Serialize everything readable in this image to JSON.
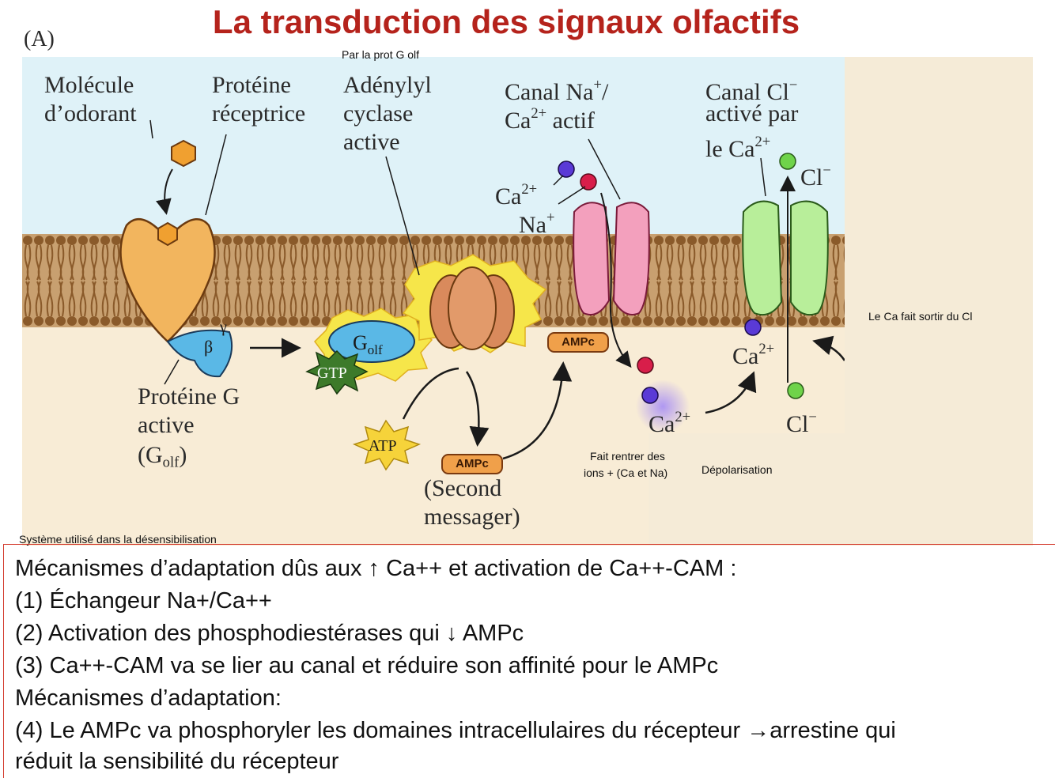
{
  "title": "La transduction des signaux olfactifs",
  "panel_label": "(A)",
  "figure": {
    "odorant_label_1": "Molécule",
    "odorant_label_2": "d’odorant",
    "receptor_label_1": "Protéine",
    "receptor_label_2": "réceptrice",
    "adenylyl_label_1": "Adénylyl",
    "adenylyl_label_2": "cyclase",
    "adenylyl_label_3": "active",
    "cng_label_1": "Canal Na",
    "cng_label_1_sup": "+",
    "cng_label_1_end": "/",
    "cng_label_2_pre": "Ca",
    "cng_label_2_sup": "2+",
    "cng_label_2_end": " actif",
    "cl_label_1": "Canal Cl",
    "cl_label_1_sup": "−",
    "cl_label_2": "activé par",
    "cl_label_3_pre": "le Ca",
    "cl_label_3_sup": "2+",
    "gprot_label_1": "Protéine G",
    "gprot_label_2": "active",
    "gprot_label_3_pre": "(G",
    "gprot_label_3_sub": "olf",
    "gprot_label_3_end": ")",
    "beta": "β",
    "gamma": "γ",
    "golf_pre": "G",
    "golf_sub": "olf",
    "gtp": "GTP",
    "atp": "ATP",
    "ampc": "AMPc",
    "second_messenger_1": "(Second",
    "second_messenger_2": "messager)",
    "ion_ca": "Ca",
    "ion_ca_sup": "2+",
    "ion_na": "Na",
    "ion_na_sup": "+",
    "ion_cl": "Cl",
    "ion_cl_sup": "−"
  },
  "notes": {
    "g_olf": "Par la prot G olf",
    "ca_cl": "Le Ca fait sortir du Cl",
    "enter_1": "Fait rentrer des",
    "enter_2": "ions + (Ca et Na)",
    "depol": "Dépolarisation",
    "desens": "Système utilisé dans la désensibilisation"
  },
  "text_lines": [
    "Mécanismes d’adaptation dûs aux ↑ Ca++ et activation de Ca++-CAM :",
    "(1) Échangeur Na+/Ca++",
    "(2) Activation des phosphodiestérases qui ↓ AMPc",
    "(3) Ca++-CAM va se lier au canal et réduire son affinité pour le AMPc",
    "Mécanismes d’adaptation:",
    "(4) Le AMPc va phosphoryler les domaines intracellulaires du récepteur →arrestine qui",
    "réduit la sensibilité du récepteur"
  ],
  "colors": {
    "title": "#b5231c",
    "extracellular": "#dff2f8",
    "intracellular": "#f8ecd6",
    "membrane": "#8a5a2a",
    "receptor": "#f2b55e",
    "cng_channel": "#f3a0bd",
    "cl_channel": "#b8ee9a",
    "adenylyl_cyclase": "#d98a5c",
    "g_protein": "#5ab8e6",
    "gtp_star": "#3d7a2a",
    "atp_star": "#f6d33a",
    "ca_ion": "#5a3ad6",
    "na_ion": "#d81e4a",
    "cl_ion": "#6fd34a",
    "overlay": "#f5ebd7"
  }
}
